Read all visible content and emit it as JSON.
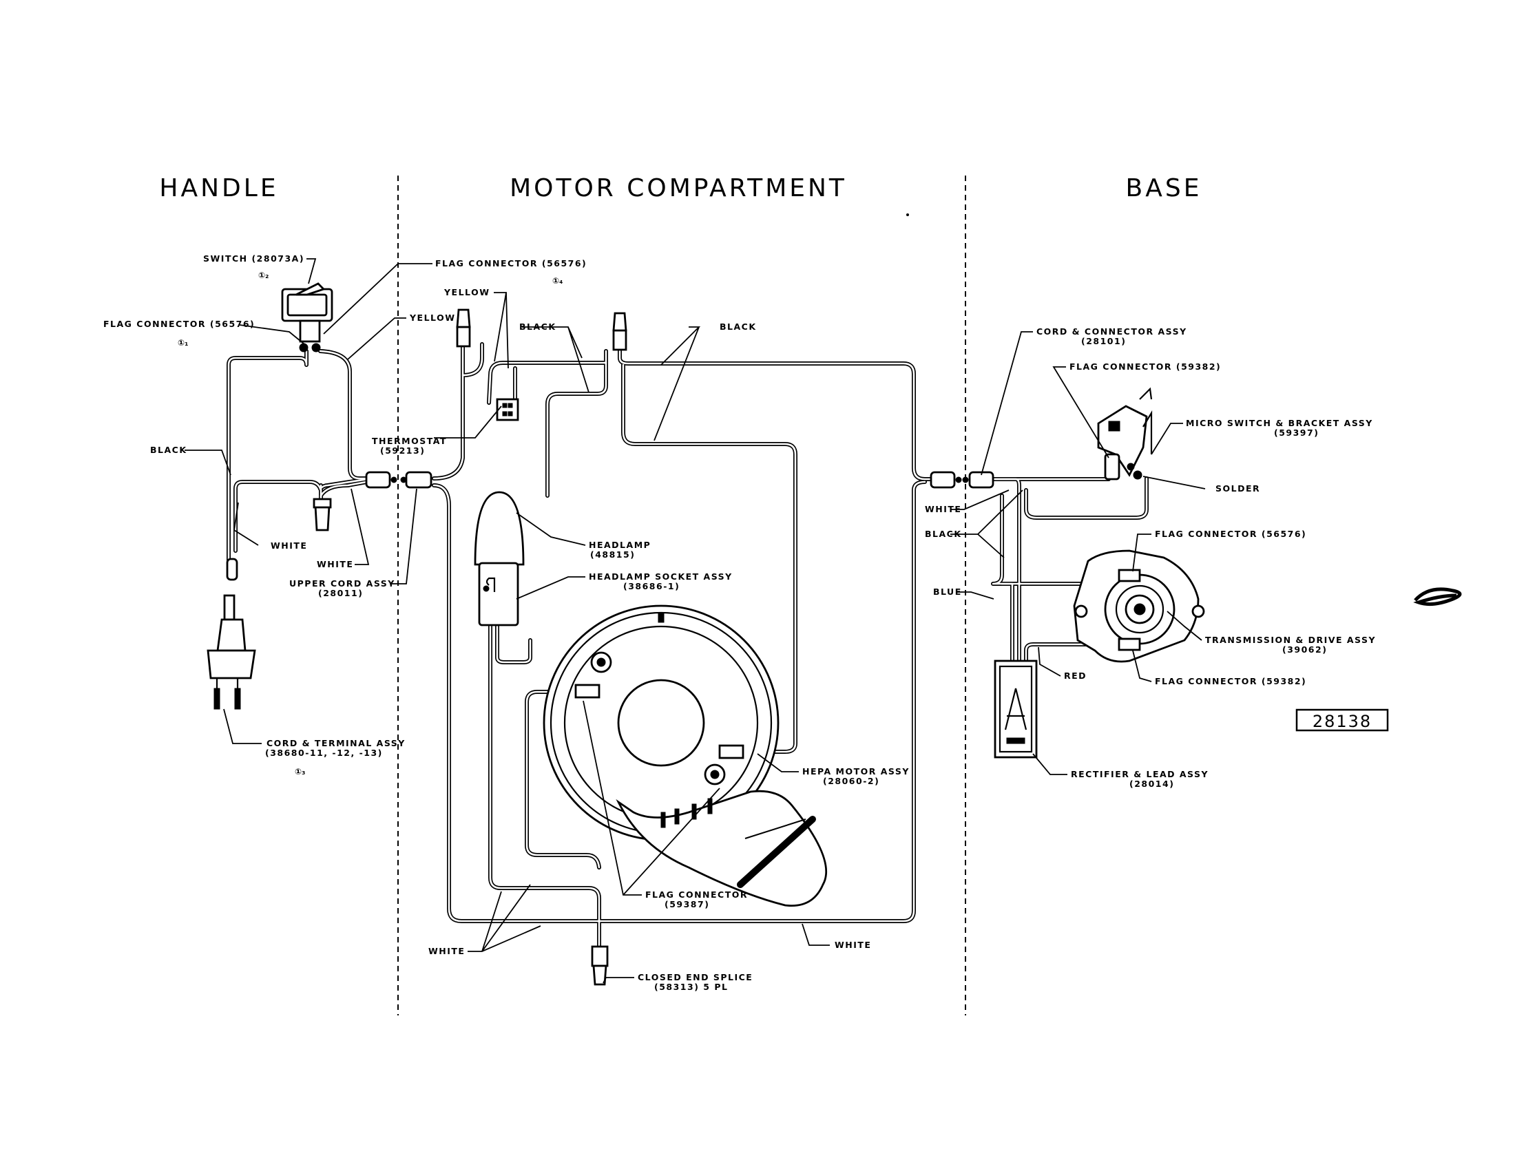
{
  "sections": {
    "handle": "HANDLE",
    "motor": "MOTOR COMPARTMENT",
    "base": "BASE"
  },
  "drawing_number": "28138",
  "labels": {
    "switch": "SWITCH (28073A)",
    "switch_num": "①₂",
    "flag_conn_left": "FLAG CONNECTOR (56576)",
    "flag_conn_left_num": "①₁",
    "flag_conn_top": "FLAG CONNECTOR (56576)",
    "flag_conn_top_num": "①₄",
    "yellow_1": "YELLOW",
    "yellow_2": "YELLOW",
    "black_handle": "BLACK",
    "black_motor_1": "BLACK",
    "black_motor_2": "BLACK",
    "thermostat_1": "THERMOSTAT",
    "thermostat_2": "(59213)",
    "white_1": "WHITE",
    "white_2": "WHITE",
    "upper_cord_1": "UPPER CORD ASSY",
    "upper_cord_2": "(28011)",
    "cord_terminal_1": "CORD & TERMINAL ASSY",
    "cord_terminal_2": "(38680-11, -12, -13)",
    "cord_terminal_num": "①₃",
    "headlamp_1": "HEADLAMP",
    "headlamp_2": "(48815)",
    "headlamp_socket_1": "HEADLAMP SOCKET ASSY",
    "headlamp_socket_2": "(38686-1)",
    "hepa_1": "HEPA MOTOR ASSY",
    "hepa_2": "(28060-2)",
    "flag_59387_1": "FLAG CONNECTOR",
    "flag_59387_2": "(59387)",
    "white_bottom_left": "WHITE",
    "white_bottom_right": "WHITE",
    "splice_1": "CLOSED END SPLICE",
    "splice_2": "(58313) 5 PL",
    "cord_conn_1": "CORD & CONNECTOR ASSY",
    "cord_conn_2": "(28101)",
    "flag_59382_top": "FLAG CONNECTOR (59382)",
    "micro_1": "MICRO SWITCH & BRACKET ASSY",
    "micro_2": "(59397)",
    "solder": "SOLDER",
    "white_base": "WHITE",
    "black_base": "BLACK",
    "blue_base": "BLUE",
    "flag_56576_base": "FLAG CONNECTOR (56576)",
    "trans_1": "TRANSMISSION & DRIVE ASSY",
    "trans_2": "(39062)",
    "red": "RED",
    "flag_59382_bottom": "FLAG CONNECTOR (59382)",
    "rectifier_1": "RECTIFIER & LEAD ASSY",
    "rectifier_2": "(28014)"
  }
}
